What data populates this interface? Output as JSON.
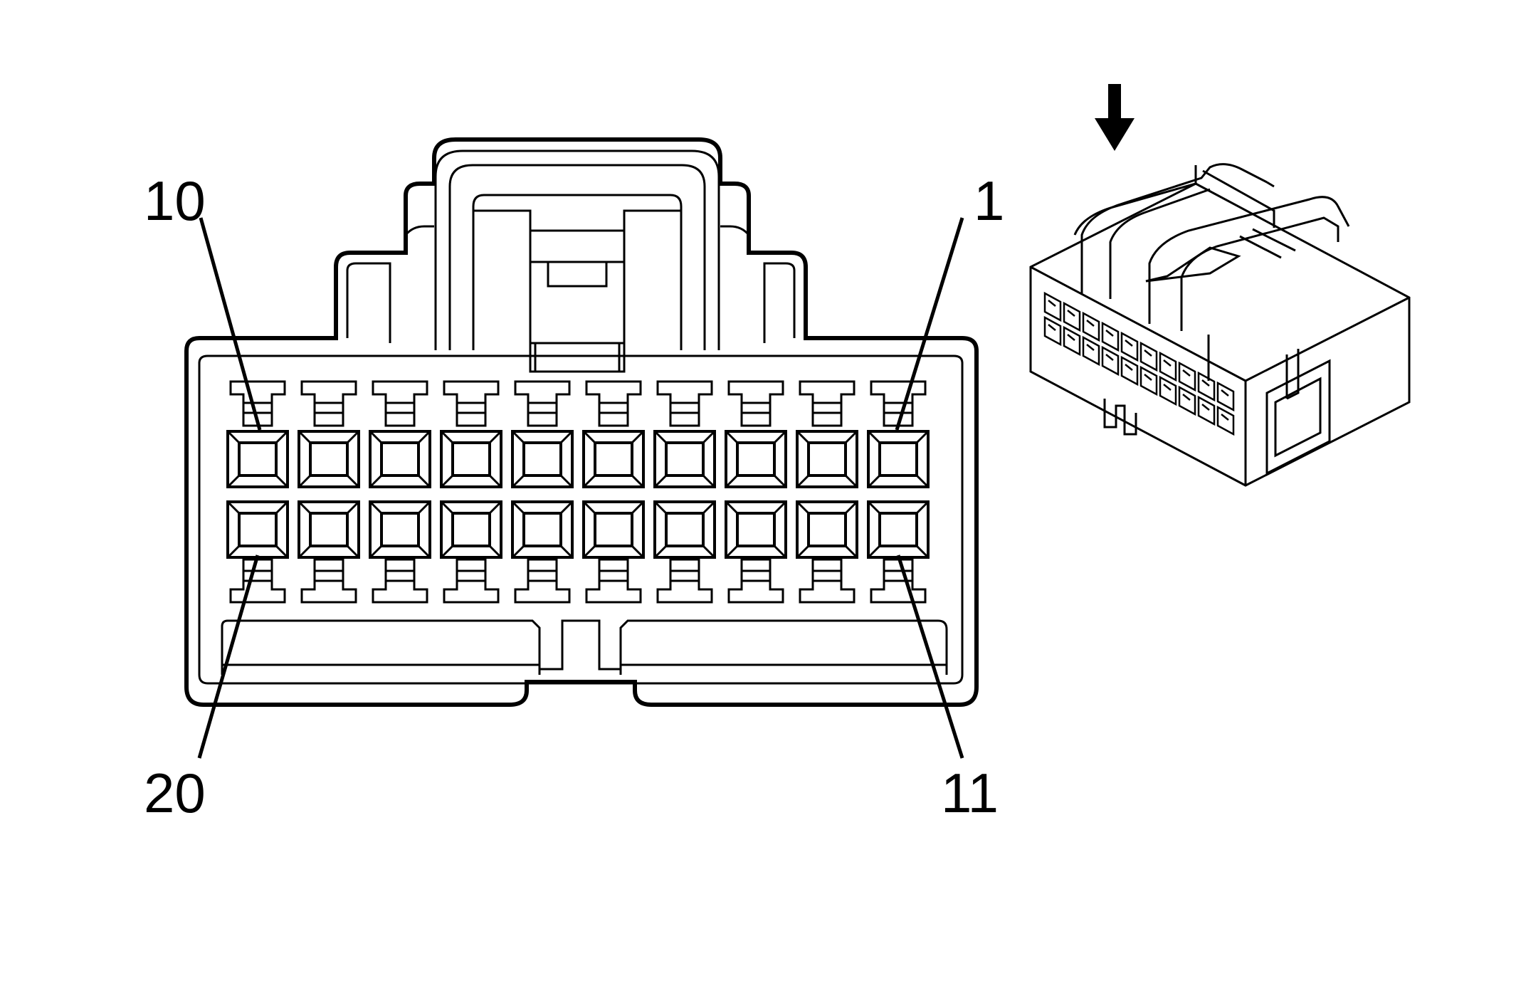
{
  "diagram": {
    "type": "connector-face-view",
    "pin_count": 20,
    "rows": 2,
    "pins_per_row": 10,
    "pin_labels": {
      "top_left": "10",
      "top_right": "1",
      "bottom_left": "20",
      "bottom_right": "11"
    },
    "view_indicator": "down-arrow-icon",
    "colors": {
      "line": "#000000",
      "background": "#ffffff"
    }
  }
}
